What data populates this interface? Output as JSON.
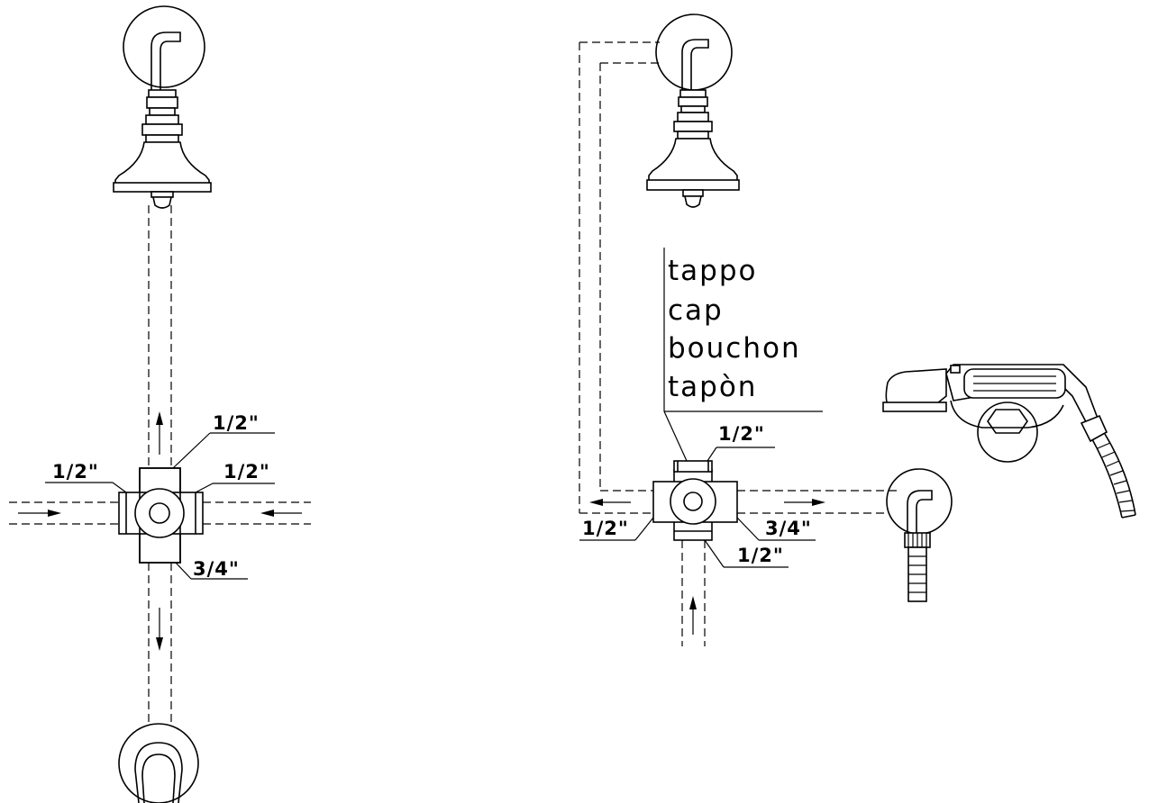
{
  "left_diagram": {
    "top_label": "1/2\"",
    "left_label": "1/2\"",
    "right_label": "1/2\"",
    "bottom_label": "3/4\""
  },
  "right_diagram": {
    "cap_note": [
      "tappo",
      "cap",
      "bouchon",
      "tapòn"
    ],
    "top_label": "1/2\"",
    "left_label": "1/2\"",
    "right_label": "3/4\"",
    "bottom_label": "1/2\""
  }
}
